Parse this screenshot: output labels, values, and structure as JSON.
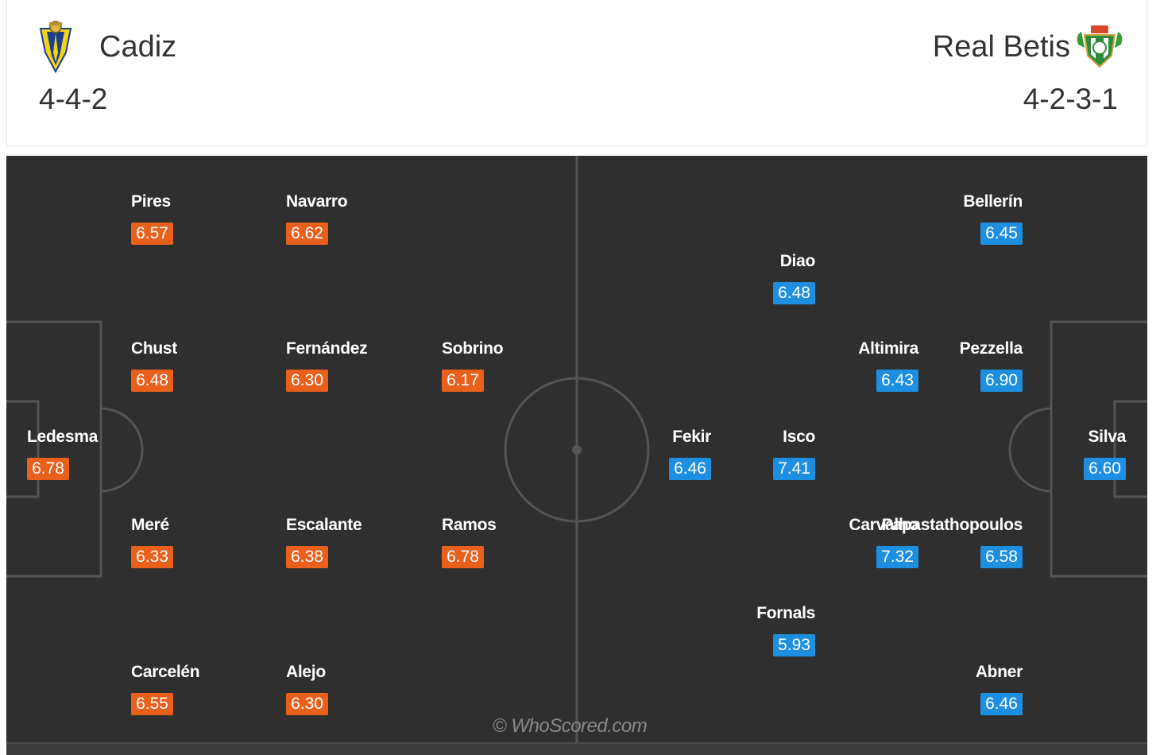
{
  "home": {
    "name": "Cadiz",
    "formation": "4-4-2",
    "crest_icon": "cadiz-crest-icon",
    "rating_color": "#e8601c",
    "players": [
      {
        "name": "Pires",
        "rating": "6.57"
      },
      {
        "name": "Navarro",
        "rating": "6.62"
      },
      {
        "name": "Chust",
        "rating": "6.48"
      },
      {
        "name": "Fernández",
        "rating": "6.30"
      },
      {
        "name": "Sobrino",
        "rating": "6.17"
      },
      {
        "name": "Ledesma",
        "rating": "6.78"
      },
      {
        "name": "Meré",
        "rating": "6.33"
      },
      {
        "name": "Escalante",
        "rating": "6.38"
      },
      {
        "name": "Ramos",
        "rating": "6.78"
      },
      {
        "name": "Carcelén",
        "rating": "6.55"
      },
      {
        "name": "Alejo",
        "rating": "6.30"
      }
    ]
  },
  "away": {
    "name": "Real Betis",
    "formation": "4-2-3-1",
    "crest_icon": "real-betis-crest-icon",
    "rating_color": "#1e8fe0",
    "players": [
      {
        "name": "Bellerín",
        "rating": "6.45"
      },
      {
        "name": "Diao",
        "rating": "6.48"
      },
      {
        "name": "Altimira",
        "rating": "6.43"
      },
      {
        "name": "Pezzella",
        "rating": "6.90"
      },
      {
        "name": "Fekir",
        "rating": "6.46"
      },
      {
        "name": "Isco",
        "rating": "7.41"
      },
      {
        "name": "Silva",
        "rating": "6.60"
      },
      {
        "name": "Carvalho",
        "rating": "7.32"
      },
      {
        "name": "Papastathopoulos",
        "rating": "6.58"
      },
      {
        "name": "Fornals",
        "rating": "5.93"
      },
      {
        "name": "Abner",
        "rating": "6.46"
      }
    ]
  },
  "watermark": "© WhoScored.com"
}
